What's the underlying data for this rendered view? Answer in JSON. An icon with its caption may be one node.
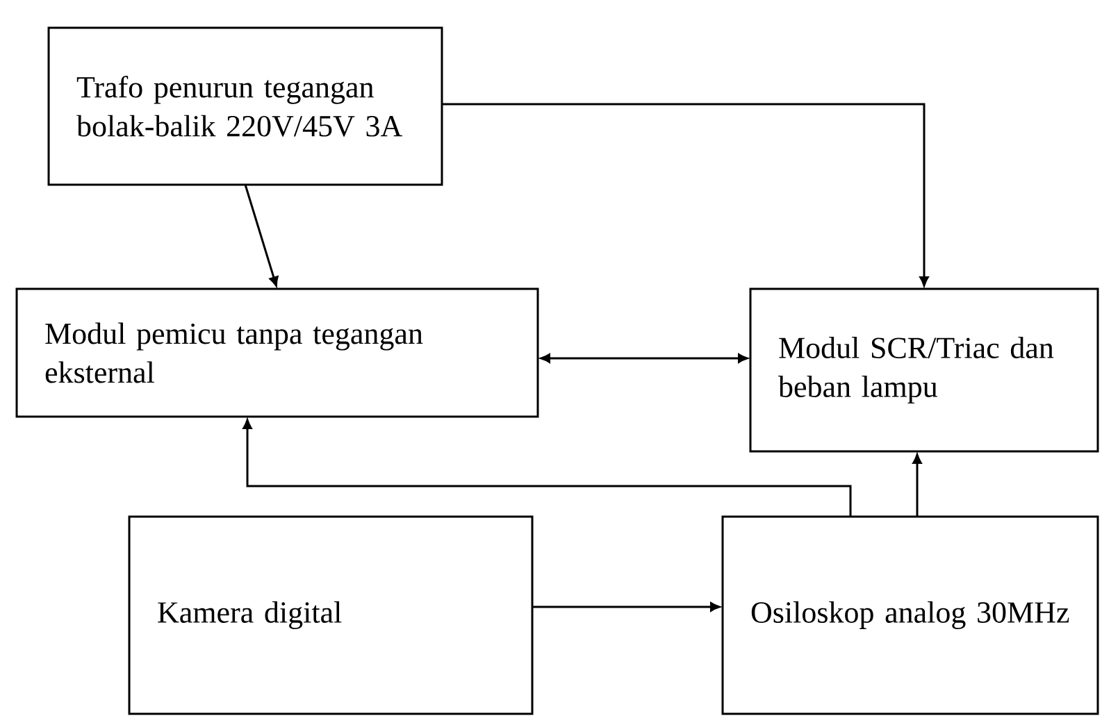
{
  "diagram": {
    "nodes": [
      {
        "text": [
          "Trafo penurun tegangan bolak-balik 220V/45V 3A"
        ]
      },
      {
        "text": [
          "Modul pemicu tanpa tegangan eksternal"
        ]
      },
      {
        "text": [
          "Modul SCR/Triac dan beban lampu"
        ]
      },
      {
        "text": [
          "Kamera digital"
        ]
      },
      {
        "text": [
          "Osiloskop analog 30MHz"
        ]
      }
    ],
    "edges": [
      {
        "from": 0,
        "to": 1,
        "arrow": "to"
      },
      {
        "from": 0,
        "to": 2,
        "arrow": "to"
      },
      {
        "from": 1,
        "to": 2,
        "arrow": "both"
      },
      {
        "from": 4,
        "to": 1,
        "arrow": "to"
      },
      {
        "from": 4,
        "to": 2,
        "arrow": "to"
      },
      {
        "from": 3,
        "to": 4,
        "arrow": "to"
      }
    ]
  }
}
